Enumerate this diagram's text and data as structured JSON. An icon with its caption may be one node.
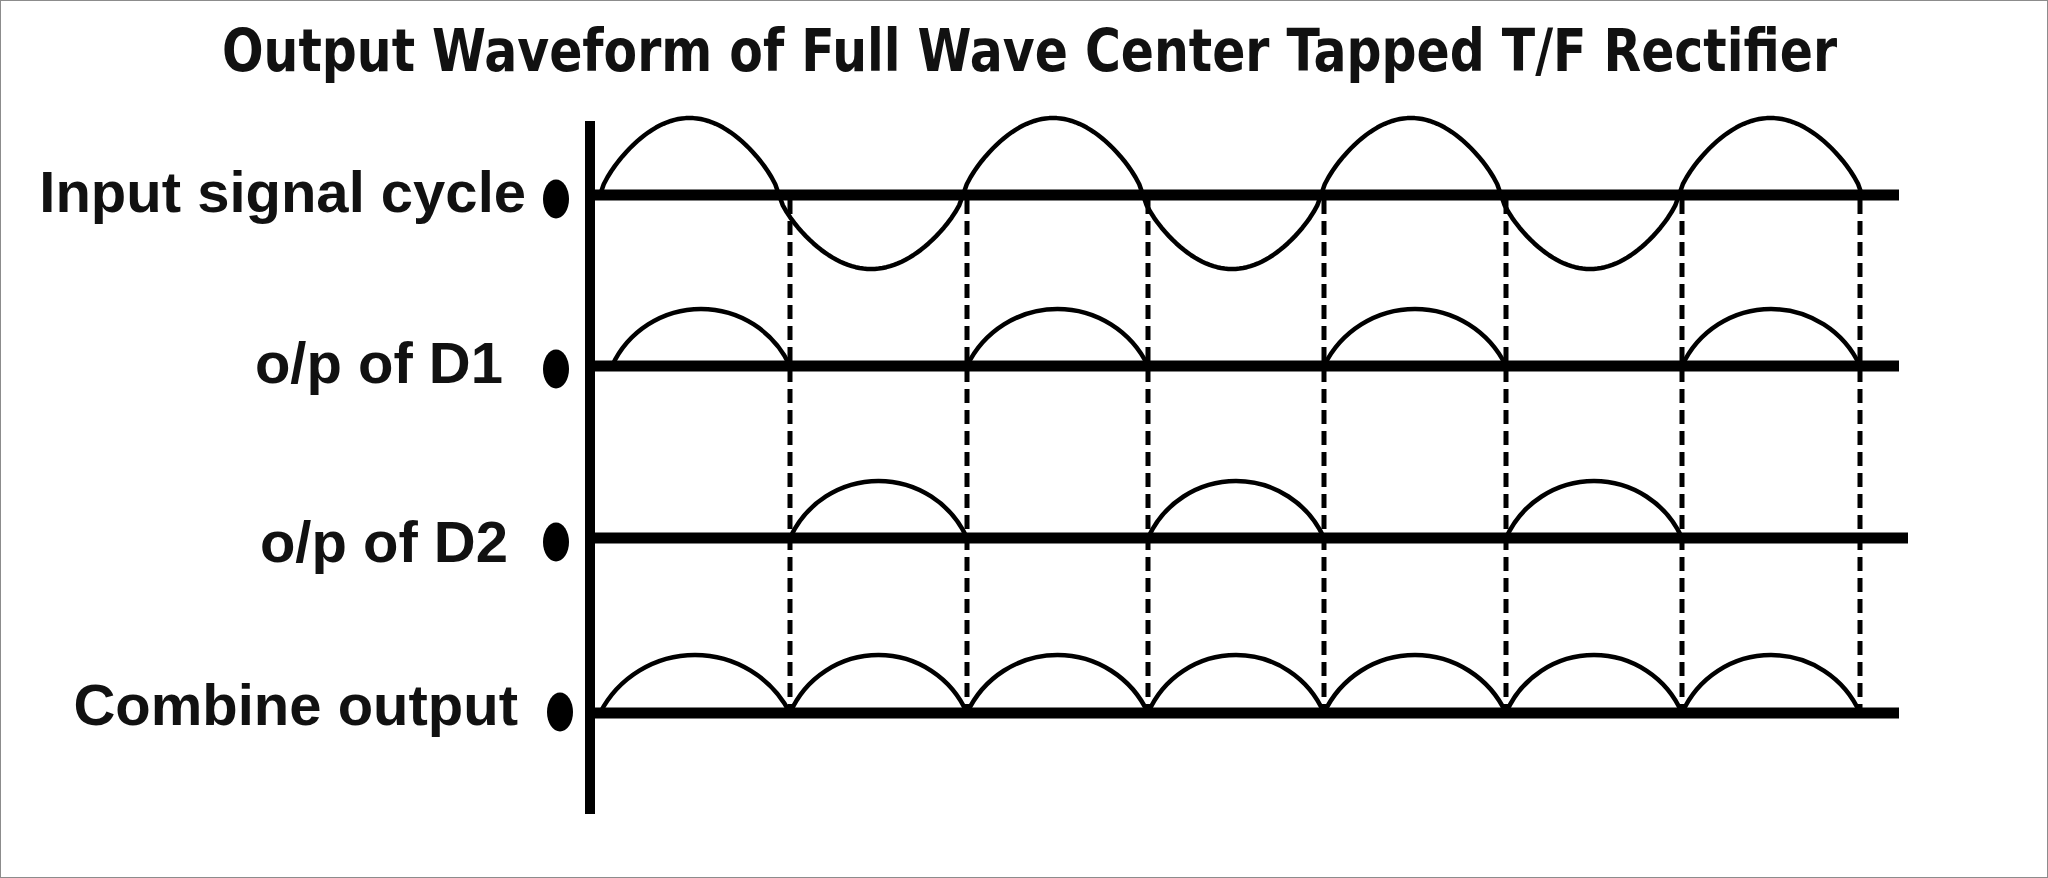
{
  "diagram": {
    "title": "Output Waveform of Full Wave Center Tapped T/F Rectifier",
    "labels": [
      "Input signal cycle",
      "o/p of D1",
      "o/p of D2",
      "Combine output"
    ]
  }
}
